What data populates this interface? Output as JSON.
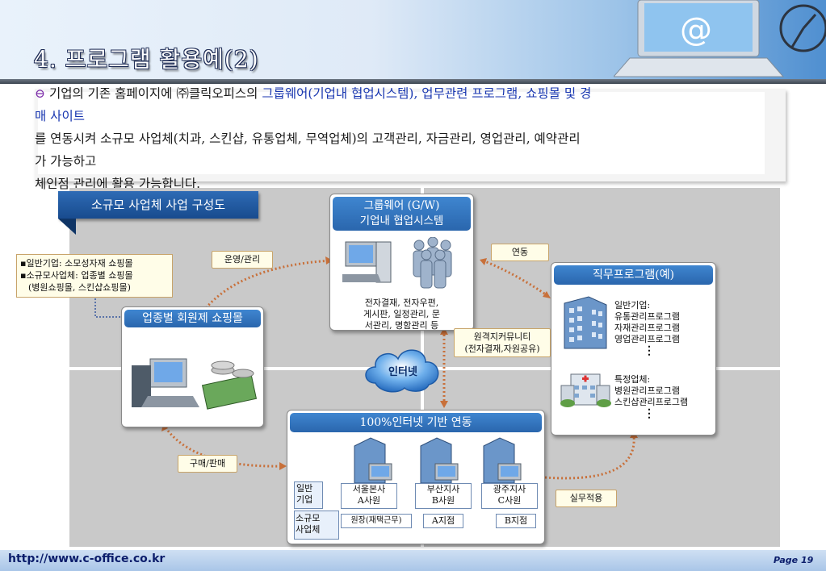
{
  "slide": {
    "title": "4. 프로그램 활용예(2)",
    "intro_line1_prefix": "기업의 기존 홈페이지에 ㈜클릭오피스의 ",
    "intro_line1_blue": "그룹웨어(기업내 협업시스템), 업무관련 프로그램, 쇼핑몰 및 경",
    "intro_line2_blue": "매 사이트",
    "intro_line3": " 를 연동시켜 소규모 사업체(치과, 스킨샵, 유통업체, 무역업체)의 고객관리, 자금관리, 영업관리, 예약관리",
    "intro_line4": "가 가능하고",
    "intro_line5": " 체인점 관리에 활용 가능합니다.",
    "bullet_icon": "circle-bullet-icon"
  },
  "diagram": {
    "title": "소규모 사업체 사업 구성도",
    "groupware": {
      "header_line1": "그룹웨어 (G/W)",
      "header_line2": "기업내 협업시스템",
      "body_line1": "전자결재, 전자우편,",
      "body_line2": "게시판, 일정관리, 문",
      "body_line3": "서관리, 명함관리 등"
    },
    "shop_note": {
      "line1": "▪일반기업: 소모성자재 쇼핑몰",
      "line2": "▪소규모사업체: 업종별 쇼핑몰",
      "line3": "(병원쇼핑몰, 스킨샵쇼핑몰)"
    },
    "shop_panel": {
      "header": "업종별 회원제 쇼핑몰"
    },
    "job_panel": {
      "header": "직무프로그램(예)",
      "general_title": "일반기업:",
      "general_items": [
        "유통관리프로그램",
        "자재관리프로그램",
        "영업관리프로그램"
      ],
      "special_title": "특정업체:",
      "special_items": [
        "병원관리프로그램",
        "스킨샵관리프로그램"
      ],
      "ellipsis": "⋮"
    },
    "labels": {
      "operation": "운영/관리",
      "link": "연동",
      "remote_line1": "원격지커뮤니티",
      "remote_line2": "(전자결재,자원공유)",
      "purchase": "구매/판매",
      "apply": "실무적용"
    },
    "internet": "인터넷",
    "integration": {
      "header": "100%인터넷 기반 연동",
      "row1_label": "일반\n기업",
      "row2_label": "소규모\n사업체",
      "cols": [
        {
          "top": "서울본사\nA사원",
          "bottom": "원장(재택근무)"
        },
        {
          "top": "부산지사\nB사원",
          "bottom": "A지점"
        },
        {
          "top": "광주지사\nC사원",
          "bottom": "B지점"
        }
      ]
    }
  },
  "footer": {
    "url": "http://www.c-office.co.kr",
    "page": "Page 19"
  },
  "colors": {
    "panel_header": "#2a66ad",
    "title_box": "#184b8e",
    "arrow": "#c8703a",
    "diagram_bg": "#c9c9c9",
    "intro_blue": "#1836b0"
  }
}
